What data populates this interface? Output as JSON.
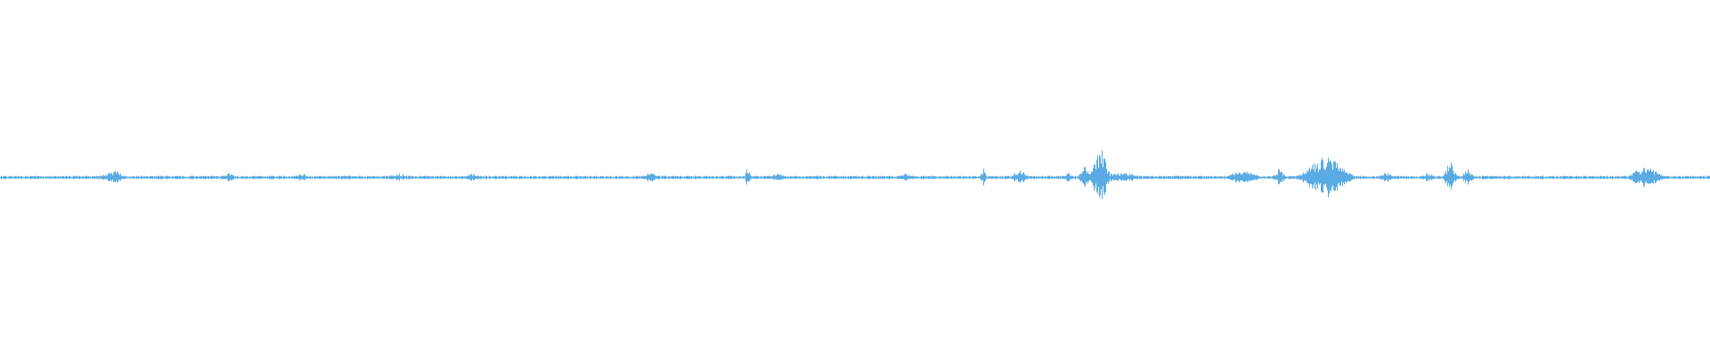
{
  "waveform": {
    "color": "#5aabe3",
    "background": "#ffffff",
    "baseline_amplitude": 0.004,
    "bursts": [
      {
        "t": 0.066,
        "amp": 0.02,
        "width": 0.008
      },
      {
        "t": 0.134,
        "amp": 0.012,
        "width": 0.005
      },
      {
        "t": 0.176,
        "amp": 0.012,
        "width": 0.005
      },
      {
        "t": 0.233,
        "amp": 0.012,
        "width": 0.008
      },
      {
        "t": 0.276,
        "amp": 0.012,
        "width": 0.006
      },
      {
        "t": 0.38,
        "amp": 0.012,
        "width": 0.008
      },
      {
        "t": 0.437,
        "amp": 0.03,
        "width": 0.002
      },
      {
        "t": 0.455,
        "amp": 0.01,
        "width": 0.008
      },
      {
        "t": 0.53,
        "amp": 0.012,
        "width": 0.006
      },
      {
        "t": 0.575,
        "amp": 0.03,
        "width": 0.002
      },
      {
        "t": 0.596,
        "amp": 0.02,
        "width": 0.006
      },
      {
        "t": 0.624,
        "amp": 0.02,
        "width": 0.002
      },
      {
        "t": 0.634,
        "amp": 0.03,
        "width": 0.004
      },
      {
        "t": 0.643,
        "amp": 0.09,
        "width": 0.006
      },
      {
        "t": 0.655,
        "amp": 0.015,
        "width": 0.015
      },
      {
        "t": 0.727,
        "amp": 0.025,
        "width": 0.01
      },
      {
        "t": 0.748,
        "amp": 0.025,
        "width": 0.004
      },
      {
        "t": 0.775,
        "amp": 0.06,
        "width": 0.016
      },
      {
        "t": 0.81,
        "amp": 0.015,
        "width": 0.005
      },
      {
        "t": 0.835,
        "amp": 0.015,
        "width": 0.004
      },
      {
        "t": 0.848,
        "amp": 0.05,
        "width": 0.004
      },
      {
        "t": 0.858,
        "amp": 0.03,
        "width": 0.004
      },
      {
        "t": 0.962,
        "amp": 0.03,
        "width": 0.012
      }
    ]
  }
}
